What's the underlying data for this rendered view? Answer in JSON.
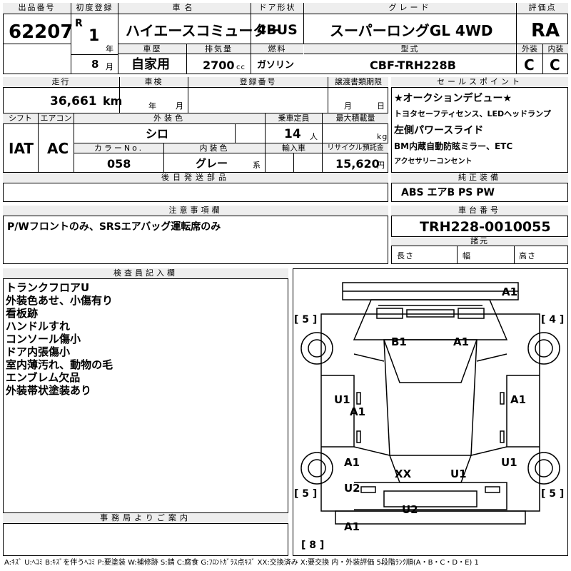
{
  "header": {
    "lot_no_label": "出品番号",
    "lot_no": "62207",
    "first_reg_label": "初度登録",
    "era": "R",
    "year_value": "1",
    "year_unit": "年",
    "month_value": "8",
    "month_unit": "月",
    "car_name_label": "車名",
    "car_name": "ハイエースコミューター",
    "door_label": "ドア形状",
    "door": "4BUS",
    "grade_label": "グレード",
    "grade": "スーパーロングGL 4WD",
    "score_label": "評価点",
    "score": "RA",
    "history_label": "車歴",
    "history": "自家用",
    "displacement_label": "排気量",
    "displacement": "2700",
    "displacement_unit": "cc",
    "fuel_label": "燃料",
    "fuel": "ガソリン",
    "model_label": "型式",
    "model": "CBF-TRH228B",
    "exterior_label": "外装",
    "exterior": "C",
    "interior_label": "内装",
    "interior": "C"
  },
  "specs": {
    "mileage_label": "走行",
    "mileage": "36,661",
    "mileage_unit": "km",
    "inspection_label": "車検",
    "inspection_year_unit": "年",
    "inspection_month_unit": "月",
    "registration_label": "登録番号",
    "transfer_label": "譲渡書類期限",
    "transfer_month_unit": "月",
    "transfer_day_unit": "日",
    "shift_label": "シフト",
    "shift": "IAT",
    "ac_label": "エアコン",
    "ac": "AC",
    "color_label": "外装色",
    "color": "シロ",
    "capacity_label": "乗車定員",
    "capacity": "14",
    "capacity_unit": "人",
    "load_label": "最大積載量",
    "load_unit": "kg",
    "color_no_label": "カラーNo.",
    "color_no": "058",
    "int_color_label": "内装色",
    "int_color": "グレー",
    "int_color_unit": "系",
    "import_label": "輸入車",
    "recycle_label": "リサイクル預託金",
    "recycle": "15,620",
    "recycle_unit": "円",
    "later_parts_label": "後日発送部品"
  },
  "sales_points": {
    "label": "セールスポイント",
    "lines": [
      "★オークションデビュー★",
      "トヨタセーフティセンス、LEDヘッドランプ",
      "左側パワースライド",
      "BM内蔵自動防眩ミラー、ETC",
      "アクセサリーコンセント"
    ]
  },
  "genuine": {
    "label": "純正装備",
    "value": "ABS エアB PS PW"
  },
  "notes": {
    "label": "注意事項欄",
    "value": "P/Wフロントのみ、SRSエアバッグ運転席のみ"
  },
  "chassis": {
    "label": "車台番号",
    "value": "TRH228-0010055",
    "dims_label": "諸元",
    "length_label": "長さ",
    "width_label": "幅",
    "height_label": "高さ"
  },
  "inspector": {
    "label": "検査員記入欄",
    "lines": [
      "トランクフロアU",
      "外装色あせ、小傷有り",
      "看板跡",
      "ハンドルすれ",
      "コンソール傷小",
      "ドア内張傷小",
      "室内薄汚れ、動物の毛",
      "エンブレム欠品",
      "外装帯状塗装あり"
    ]
  },
  "office": {
    "label": "事務局よりご案内"
  },
  "diagram": {
    "marks": [
      {
        "id": "front-roof",
        "text": "A1"
      },
      {
        "id": "hood-left",
        "text": "B1"
      },
      {
        "id": "hood-right",
        "text": "A1"
      },
      {
        "id": "left-door",
        "text": "U1"
      },
      {
        "id": "left-door-2",
        "text": "A1"
      },
      {
        "id": "right-door",
        "text": "A1"
      },
      {
        "id": "left-rear-wheel",
        "text": "A1"
      },
      {
        "id": "right-rear-wheel",
        "text": "U1"
      },
      {
        "id": "rear-center-left",
        "text": "XX"
      },
      {
        "id": "rear-center-right",
        "text": "U1"
      },
      {
        "id": "left-rear-quarter",
        "text": "U2"
      },
      {
        "id": "rear-bumper",
        "text": "U2"
      },
      {
        "id": "rear-bottom",
        "text": "A1"
      }
    ],
    "tire_tags": [
      {
        "id": "tire-fl",
        "text": "[ 5 ]"
      },
      {
        "id": "tire-fr",
        "text": "[ 4 ]"
      },
      {
        "id": "tire-rl",
        "text": "[ 5 ]"
      },
      {
        "id": "tire-rr",
        "text": "[ 5 ]"
      },
      {
        "id": "tire-spare",
        "text": "[ 8 ]"
      }
    ]
  },
  "legend": "A:ｷｽﾞ U:ﾍｺﾐ B:ｷｽﾞを伴うﾍｺﾐ P:要塗装 W:補修跡 S:錆 C:腐食 G:ﾌﾛﾝﾄｶﾞﾗｽ点ｷｽﾞ XX:交換済み X:要交換 内・外装評価 5段階ﾗﾝｸ順(A・B・C・D・E) 1"
}
